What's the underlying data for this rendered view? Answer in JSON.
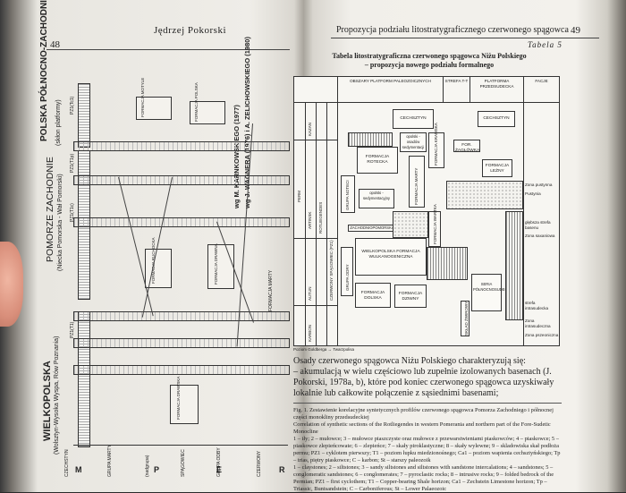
{
  "left_page": {
    "page_number": "48",
    "header": "Jędrzej Pokorski",
    "regions": {
      "wielkopolska": "WIELKOPOLSKA",
      "wielkopolska_sub": "(Wolsztyn-Wysoka Wyspa, Rów Poznania)",
      "pomorze": "POMORZE ZACHODNIE",
      "pomorze_sub": "(Niecka Pomorska - Wał Pomorski)",
      "ppz": "POLSKA PÓŁNOCNO-ZACHODNIA",
      "ppz_sub": "(skłon platformy)"
    },
    "references": [
      "wg M. KARNKOWSKIEGO (1977)",
      "wg J. WAGNERA (1976) i A. ZELICHOWSKIEGO (1980)"
    ],
    "formations": [
      "FORMACJA MARTY",
      "FORMACJA DRAWSKA",
      "FORMACJA DRAWNA",
      "FORMACJA POLSKA",
      "GRUPA DĘBU",
      "GRUPA MARTY",
      "FORMACJA MOTYLE",
      "FORMACJA RUCHOCKA"
    ],
    "system_labels": [
      "P",
      "E",
      "R",
      "M"
    ],
    "strat_codes": [
      "PZ1(T1)",
      "PZ1(T1c)",
      "PZ1(Tc1)",
      "PZ1(T1p)"
    ],
    "bottom_labels": [
      "CZECHSTYN",
      "GRUPA MARTY",
      "SPĄGOWIEC",
      "CZERWONY",
      "GRUPA ODBY",
      "(nadgrupa)"
    ]
  },
  "right_page": {
    "header": "Propozycja podziału litostratygraficznego czerwonego spągowca",
    "page_number": "49",
    "table_label": "Tabela 5",
    "table_title": "Tabela litostratygraficzna czerwonego spągowca Niżu Polskiego – propozycja nowego podziału formalnego",
    "table_headers": [
      "OBSZARY PLATFORM PALEOZOICZNYCH",
      "STREFA T-T",
      "PLATFORMA PRZEDSUDECKA",
      "FACJE"
    ],
    "left_axis": [
      "ARTINSK",
      "KAZAN",
      "ROTLIEGENDES",
      "CZERWONY SPĄGOWIEC (PZ1)",
      "AUTUN",
      "PERM",
      "KARBON"
    ],
    "cells": {
      "czechstyn_a": "CECHSZTYN",
      "czechstyn_b": "CECHSZTYN",
      "gr_rotecka": "FORMACJA ROTECKA",
      "gr_noteci": "GRUPA NOTECI",
      "f_marty": "FORMACJA MARTY",
      "f_dziwna": "FORMACJA DZIWNY",
      "f_dolska": "FORMACJA DOLSKA",
      "gr_odry": "GRUPA ODRY",
      "wielkopolska": "WIELKOPOLSKA FORMACJA WULKANOGENICZNA",
      "f_lezny": "FORMACJA LEŻNY",
      "f_kramsk": "FORMACJA KRAMSKA",
      "f_zaglowka": "FOR. ŻAGŁÓWKA",
      "f_wartka": "FORMACJA WARTKA",
      "opp_sub": "opolski - osadów sedymentacji",
      "opp_sub2": "opolski - sedymentacyjny",
      "zachodnio": "ZACHODNIOPOMORSKA",
      "north_sudet": "SERIA PÓŁNOCNOSUDECKA",
      "sk_eolian": "SKŁAD ŻWIROWY"
    },
    "facies": [
      "Zona pustynna",
      "Pustynia",
      "Zona saxaniowa",
      "strefa intrasudecka",
      "Zona intrasudeczna",
      "Zona pszeoniczna",
      "głębsza strefa basenu"
    ],
    "strat_notes": [
      "1",
      "2",
      "3",
      "4",
      "5",
      "6",
      "7"
    ],
    "table_footnote": "Poziom Goldberga → Twarzpolisa",
    "body_text": [
      "Osady czerwonego spągowca Niżu Polskiego charakteryzują się:",
      "– akumulacją w wielu częściowo lub zupełnie izolowanych basenach (J. Pokorski, 1978a, b), które pod koniec czerwonego spągowca uzyskiwały lokalnie lub całkowite połączenie z sąsiednimi basenami;"
    ],
    "caption_pl": "Fig. 1. Zestawienie korelacyjne syntetycznych profilów czerwonego spągowca Pomorza Zachodniego i północnej części monokliny przedsudeckiej",
    "caption_en": "Correlation of synthetic sections of the Rotliegendes in western Pomerania and northern part of the Fore-Sudetic Monocline",
    "legend_text": "1 – iły; 2 – mułowce; 3 – mułowce piaszczyste oraz mułowce z przewarstwieniami piaskowców; 4 – piaskowce; 5 – piaskowce zlepieńcowate; 6 – zlepieńce; 7 – skały piroklastyczne; 8 – skały wylewne; 9 – skladowiska skał podłoża permu; PZ1 – cyklotem pierwszy; T1 – poziom łupku miedzionośnego; Ca1 – poziom wapienia cechsztyńskiego; Tp – trias, piętry piaskowce; C – karbon; St – starszy paleozoik",
    "legend_text_en": "1 – claystones; 2 – siltstones; 3 – sandy siltstones and siltstones with sandstone intercalations; 4 – sandstones; 5 – conglomeratic sandstones; 6 – conglomerates; 7 – pyroclastic rocks; 8 – intrusive rocks; 9 – folded bedrock of the Permian; PZ1 – first cyclothem; T1 – Copper-bearing Shale horizon; Ca1 – Zechstein Limestone horizon; Tp – Triassic, Buntsandstein; C – Carboniferous; St – Lower Palaeozoic"
  },
  "colors": {
    "paper": "#efede8",
    "ink": "#222222"
  }
}
